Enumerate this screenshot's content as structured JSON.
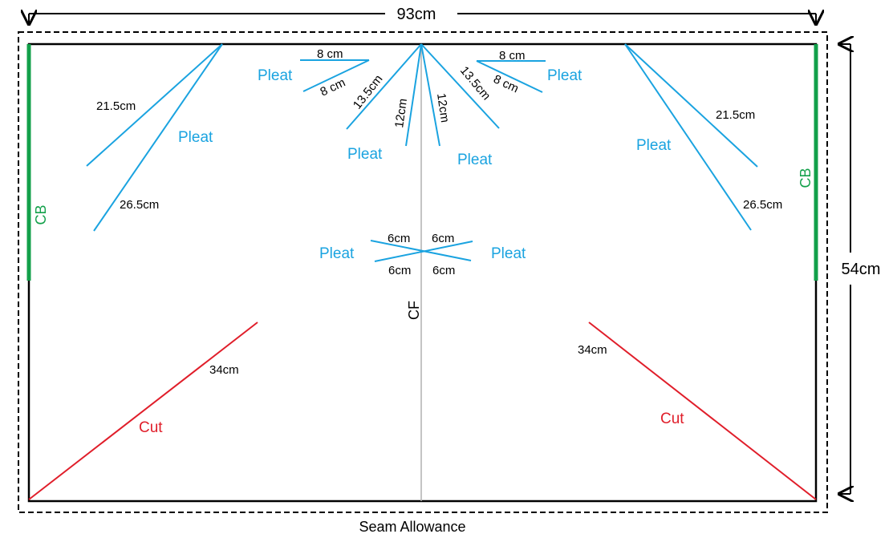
{
  "dimensions": {
    "width": "93cm",
    "height": "54cm"
  },
  "seam_allowance_label": "Seam Allowance",
  "center_front_label": "CF",
  "center_back_labels": {
    "left": "CB",
    "right": "CB"
  },
  "pleat_label": "Pleat",
  "cut_label": "Cut",
  "measurements": {
    "left_outer_upper": "21.5cm",
    "left_outer_lower": "26.5cm",
    "right_outer_upper": "21.5cm",
    "right_outer_lower": "26.5cm",
    "top_left_upper": "8 cm",
    "top_left_lower": "8 cm",
    "top_right_upper": "8 cm",
    "top_right_lower": "8 cm",
    "center_left_outer": "13.5cm",
    "center_left_inner": "12cm",
    "center_right_inner": "12cm",
    "center_right_outer": "13.5cm",
    "mid_top_left": "6cm",
    "mid_top_right": "6cm",
    "mid_bottom_left": "6cm",
    "mid_bottom_right": "6cm",
    "cut_left": "34cm",
    "cut_right": "34cm"
  },
  "colors": {
    "outline": "#000000",
    "pleat": "#1aa3e0",
    "cut": "#e01e2a",
    "center_back": "#12a04a",
    "center_front": "#b0b0b0"
  }
}
